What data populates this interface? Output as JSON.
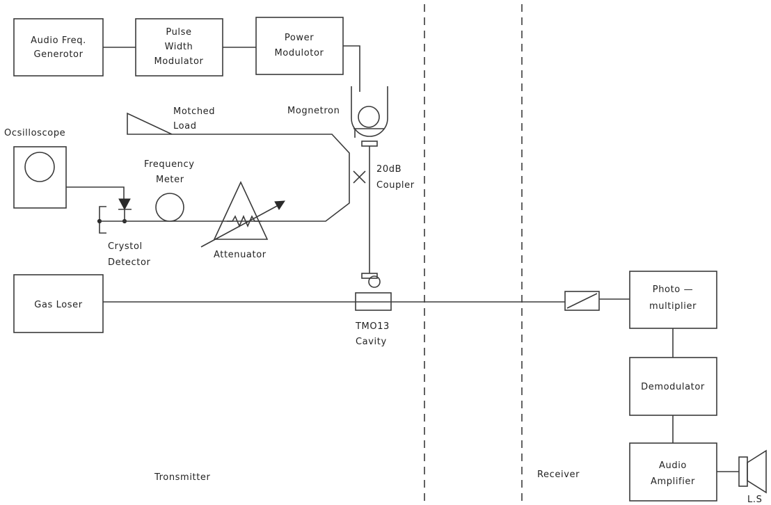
{
  "blocks": {
    "audio_freq_generator": [
      "Audio Freq.",
      "Generotor"
    ],
    "pulse_width_modulator": [
      "Pulse",
      "Width",
      "Modulator"
    ],
    "power_modulator": [
      "Power",
      "Modulotor"
    ],
    "gas_laser": [
      "Gas Loser"
    ],
    "photomultiplier": [
      "Photo —",
      "multiplier"
    ],
    "demodulator": [
      "Demodulator"
    ],
    "audio_amplifier": [
      "Audio",
      "Amplifier"
    ]
  },
  "labels": {
    "matched_load": [
      "Motched",
      "Load"
    ],
    "magnetron": "Mognetron",
    "oscilloscope": "Ocsilloscope",
    "frequency_meter": [
      "Frequency",
      "Meter"
    ],
    "coupler": [
      "20dB",
      "Coupler"
    ],
    "crystal_detector": [
      "Crystol",
      "Detector"
    ],
    "attenuator": "Attenuator",
    "cavity": [
      "TMO13",
      "Cavity"
    ],
    "transmitter": "Tronsmitter",
    "receiver": "Receiver",
    "loudspeaker": "L.S"
  }
}
